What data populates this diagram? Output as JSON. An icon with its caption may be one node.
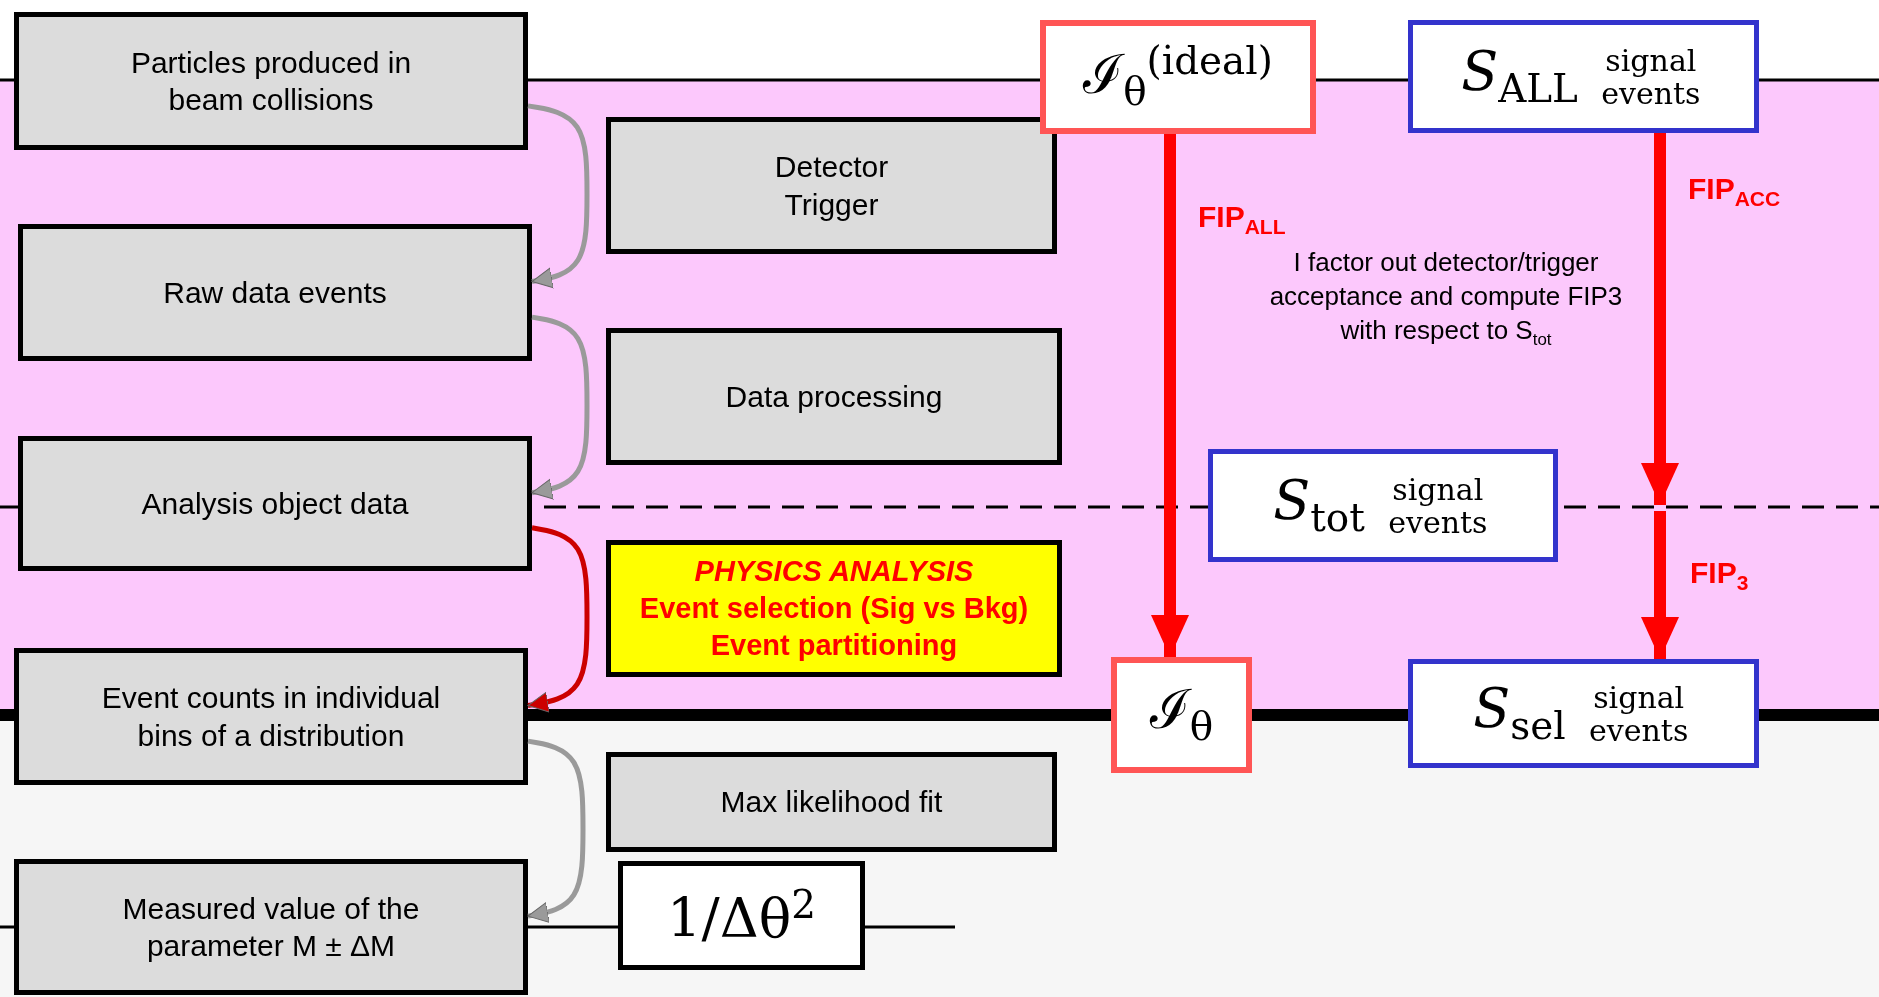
{
  "diagram": {
    "nodes": [
      {
        "text": [
          "Particles produced in beam collisions"
        ]
      },
      {
        "text": [
          "Detector Trigger"
        ]
      },
      {
        "text": [
          "Raw data events"
        ]
      },
      {
        "text": [
          "Data processing"
        ]
      },
      {
        "text": [
          "Analysis object data"
        ]
      },
      {
        "text": [
          "PHYSICS ANALYSIS",
          "Event selection (Sig vs Bkg)",
          "Event partitioning"
        ]
      },
      {
        "text": [
          "Event counts in individual bins of a distribution"
        ]
      },
      {
        "text": [
          "Max likelihood fit"
        ]
      },
      {
        "text": [
          "Measured value of the parameter M ± ΔM"
        ]
      },
      {
        "text": [
          "1/Δθ$^{2}$"
        ]
      },
      {
        "text": [
          "ℐ$_{θ}$$^{(ideal)}$"
        ]
      },
      {
        "text": [
          "*S*$_{ALL}$",
          "signal events"
        ]
      },
      {
        "text": [
          "*S*$_{tot}$",
          "signal events"
        ]
      },
      {
        "text": [
          "ℐ$_{θ}$"
        ]
      },
      {
        "text": [
          "*S*$_{sel}$",
          "signal events"
        ]
      }
    ],
    "edges": [
      {
        "from": 0,
        "to": 2,
        "arrow": "to"
      },
      {
        "from": 2,
        "to": 4,
        "arrow": "to"
      },
      {
        "from": 4,
        "to": 6,
        "arrow": "to",
        "color": "#cc0000"
      },
      {
        "from": 6,
        "to": 8,
        "arrow": "to"
      },
      {
        "from": 10,
        "to": 13,
        "arrow": "to",
        "label": "FIP$_{ALL}$",
        "style": "thick",
        "color": "#ff0000"
      },
      {
        "from": 11,
        "to": null,
        "arrow": "to",
        "label": "FIP$_{ACC}$",
        "style": "thick",
        "color": "#ff0000"
      },
      {
        "from": null,
        "to": 14,
        "arrow": "to",
        "label": "FIP$_{3}$",
        "style": "thick",
        "color": "#ff0000"
      }
    ],
    "labels": [
      "I factor out detector/trigger acceptance and compute FIP3 with respect to S$_{tot}$"
    ]
  }
}
